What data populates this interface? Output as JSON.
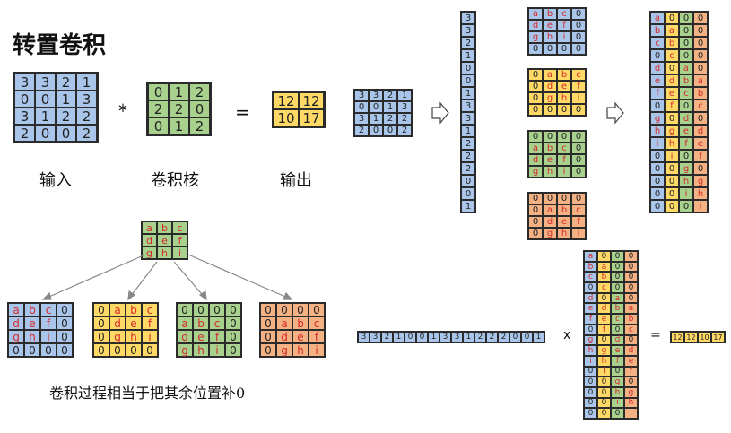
{
  "title": "转置卷积",
  "labels": {
    "input": "输入",
    "kernel": "卷积核",
    "output": "输出",
    "caption": "卷积过程相当于把其余位置补0"
  },
  "operators": {
    "star": "*",
    "equals": "=",
    "times": "x",
    "equals2": "="
  },
  "colors": {
    "blue": "#a9c5ea",
    "green": "#a9d18e",
    "yellow": "#ffd966",
    "orange": "#f4b183",
    "red_text": "#d42a2a"
  },
  "input_matrix": [
    [
      "3",
      "3",
      "2",
      "1"
    ],
    [
      "0",
      "0",
      "1",
      "3"
    ],
    [
      "3",
      "1",
      "2",
      "2"
    ],
    [
      "2",
      "0",
      "0",
      "2"
    ]
  ],
  "kernel_matrix": [
    [
      "0",
      "1",
      "2"
    ],
    [
      "2",
      "2",
      "0"
    ],
    [
      "0",
      "1",
      "2"
    ]
  ],
  "output_matrix": [
    [
      "12",
      "12"
    ],
    [
      "10",
      "17"
    ]
  ],
  "small_input_matrix": [
    [
      "3",
      "3",
      "2",
      "1"
    ],
    [
      "0",
      "0",
      "1",
      "3"
    ],
    [
      "3",
      "1",
      "2",
      "2"
    ],
    [
      "2",
      "0",
      "0",
      "2"
    ]
  ],
  "flattened_input": [
    "3",
    "3",
    "2",
    "1",
    "0",
    "0",
    "1",
    "3",
    "3",
    "1",
    "2",
    "2",
    "2",
    "0",
    "0",
    "1"
  ],
  "letter_kernel": [
    [
      "a",
      "b",
      "c"
    ],
    [
      "d",
      "e",
      "f"
    ],
    [
      "g",
      "h",
      "i"
    ]
  ],
  "padded_kernels": [
    [
      [
        "a",
        "b",
        "c",
        "0"
      ],
      [
        "d",
        "e",
        "f",
        "0"
      ],
      [
        "g",
        "h",
        "i",
        "0"
      ],
      [
        "0",
        "0",
        "0",
        "0"
      ]
    ],
    [
      [
        "0",
        "a",
        "b",
        "c"
      ],
      [
        "0",
        "d",
        "e",
        "f"
      ],
      [
        "0",
        "g",
        "h",
        "i"
      ],
      [
        "0",
        "0",
        "0",
        "0"
      ]
    ],
    [
      [
        "0",
        "0",
        "0",
        "0"
      ],
      [
        "a",
        "b",
        "c",
        "0"
      ],
      [
        "d",
        "e",
        "f",
        "0"
      ],
      [
        "g",
        "h",
        "i",
        "0"
      ]
    ],
    [
      [
        "0",
        "0",
        "0",
        "0"
      ],
      [
        "0",
        "a",
        "b",
        "c"
      ],
      [
        "0",
        "d",
        "e",
        "f"
      ],
      [
        "0",
        "g",
        "h",
        "i"
      ]
    ]
  ],
  "transposed_columns": [
    [
      "a",
      "b",
      "c",
      "0",
      "d",
      "e",
      "f",
      "0",
      "g",
      "h",
      "i",
      "0",
      "0",
      "0",
      "0",
      "0"
    ],
    [
      "0",
      "a",
      "b",
      "c",
      "0",
      "d",
      "e",
      "f",
      "0",
      "g",
      "h",
      "i",
      "0",
      "0",
      "0",
      "0"
    ],
    [
      "0",
      "0",
      "0",
      "0",
      "a",
      "b",
      "c",
      "0",
      "d",
      "e",
      "f",
      "0",
      "g",
      "h",
      "i",
      "0"
    ],
    [
      "0",
      "0",
      "0",
      "0",
      "0",
      "a",
      "b",
      "c",
      "0",
      "d",
      "e",
      "f",
      "0",
      "g",
      "h",
      "i"
    ]
  ],
  "result_vector": [
    "12",
    "12",
    "10",
    "17"
  ]
}
